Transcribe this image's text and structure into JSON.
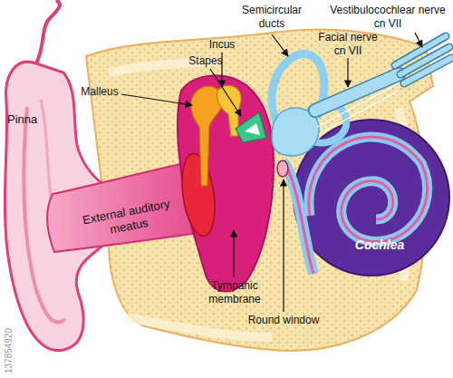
{
  "diagram": {
    "labels": [
      "Pinna",
      "External auditory meatus",
      "Malleus",
      "Incus",
      "Stapes",
      "Semicircular ducts",
      "Facial nerve cn VII",
      "Vestibulocochlear nerve cn VII",
      "Cochlea",
      "Tympanic membrane",
      "Round window",
      "137854920"
    ]
  }
}
